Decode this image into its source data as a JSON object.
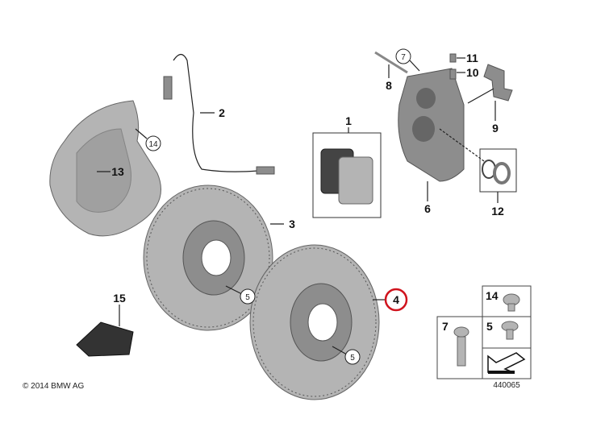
{
  "diagram": {
    "copyright": "© 2014 BMW AG",
    "diagram_number": "440065",
    "highlight_color": "#d0141e",
    "labels": {
      "pad_set": "1",
      "wear_sensor": "2",
      "disc_left": "3",
      "disc_highlighted": "4",
      "screw_disc_a": "5",
      "screw_disc_b": "5",
      "caliper": "6",
      "caliper_bolt": "7",
      "pin": "8",
      "spring": "9",
      "bleeder_screw": "10",
      "cap": "11",
      "seal_kit": "12",
      "guard_plate": "13",
      "guard_screw": "14",
      "grease": "15"
    },
    "hardware_box": {
      "item_14": "14",
      "item_7": "7",
      "item_5": "5"
    }
  }
}
